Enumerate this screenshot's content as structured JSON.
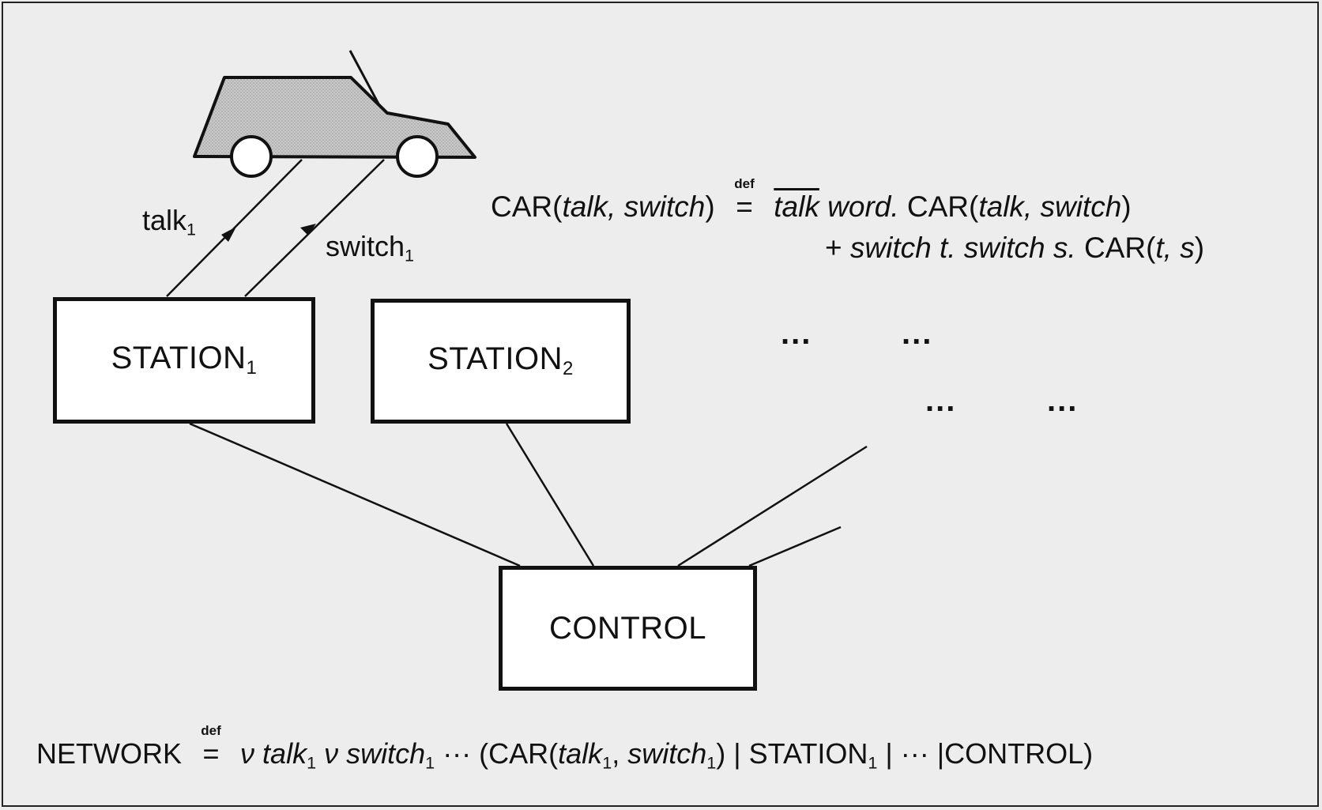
{
  "labels": {
    "talk": "talk",
    "talk_sub": "1",
    "switch": "switch",
    "switch_sub": "1"
  },
  "boxes": {
    "station1": {
      "name": "STATION",
      "sub": "1"
    },
    "station2": {
      "name": "STATION",
      "sub": "2"
    },
    "control": "CONTROL"
  },
  "ellipsis": [
    "...",
    "...",
    "...",
    "..."
  ],
  "car_formula": {
    "lhs": "CAR(",
    "lhs_args": "talk, switch",
    "lhs_close": ")",
    "def": "def",
    "eq": "=",
    "rhs1_talk": "talk",
    "rhs1_word": "word.",
    "rhs1_car": "CAR(",
    "rhs1_args": "talk, switch",
    "rhs1_close": ")",
    "rhs2_plus": "+",
    "rhs2_a": "switch t. switch s.",
    "rhs2_car": "CAR(",
    "rhs2_args": "t, s",
    "rhs2_close": ")"
  },
  "network_formula": {
    "name": "NETWORK",
    "def": "def",
    "eq": "=",
    "nu1": "ν",
    "talk": "talk",
    "sub1": "1",
    "nu2": "ν",
    "switch": "switch",
    "sub2": "1",
    "cdots": "···",
    "open": "(CAR(",
    "arg_talk": "talk",
    "arg_sub1": "1",
    "comma": ", ",
    "arg_switch": "switch",
    "arg_sub2": "1",
    "close_car": ")",
    "bar1": "|",
    "station": "STATION",
    "station_sub": "1",
    "bar2": "|",
    "cdots2": "···",
    "bar3": "|",
    "control": "CONTROL)"
  }
}
